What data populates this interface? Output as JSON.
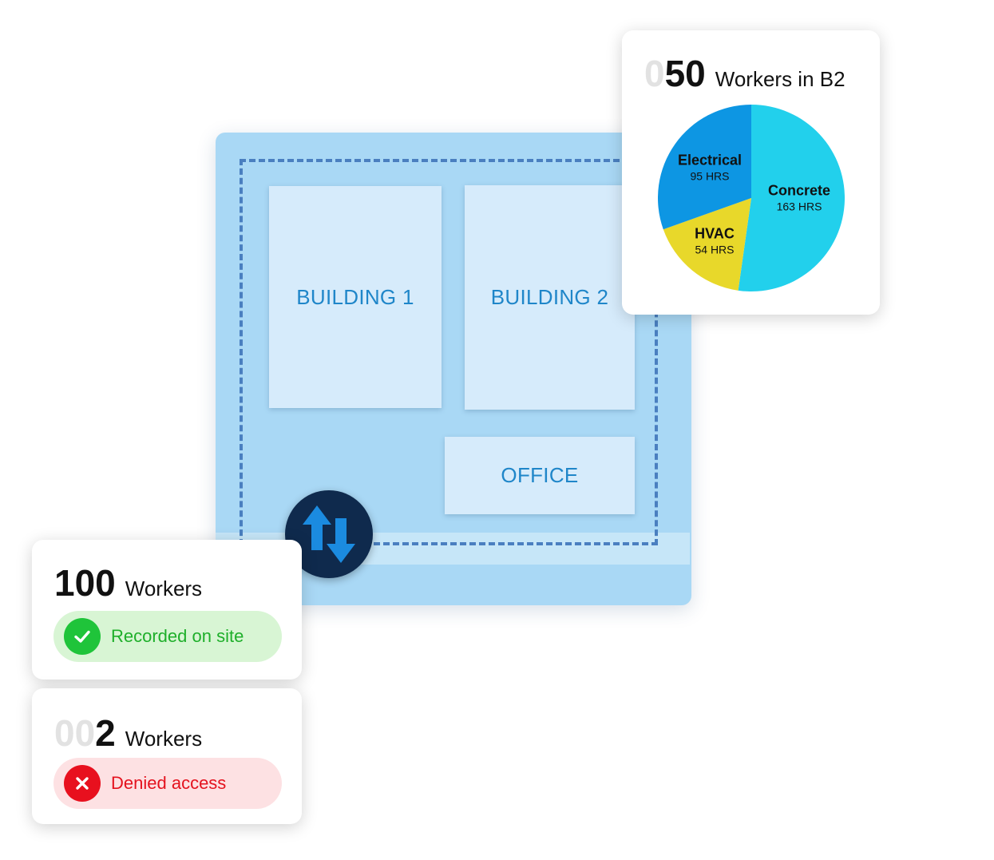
{
  "site_map": {
    "zones": {
      "building_1": "BUILDING 1",
      "building_2": "BUILDING 2",
      "office": "OFFICE"
    },
    "gate_icon": "entry-exit-arrows-icon",
    "colors": {
      "map_background": "#a9d8f5",
      "zone_fill": "#d6ebfb",
      "zone_text": "#1f86c9",
      "perimeter": "#4a7fc0",
      "gate": "#0f2a4d",
      "gate_arrows": "#1b8be0"
    }
  },
  "building_card": {
    "count_pad": "0",
    "count_value": "50",
    "label": "Workers in B2",
    "chart_data": {
      "type": "pie",
      "unit": "HRS",
      "slices": [
        {
          "name": "Concrete",
          "hours_label": "163 HRS",
          "value": 163,
          "color": "#22d0ec"
        },
        {
          "name": "HVAC",
          "hours_label": "54 HRS",
          "value": 54,
          "color": "#e8d82a"
        },
        {
          "name": "Electrical",
          "hours_label": "95 HRS",
          "value": 95,
          "color": "#0d96e3"
        }
      ]
    }
  },
  "onsite_card": {
    "count_pad": "",
    "count_value": "100",
    "label": "Workers",
    "status": "Recorded on site",
    "status_icon": "check-circle-icon",
    "status_color": "#1fc43a"
  },
  "denied_card": {
    "count_pad": "00",
    "count_value": "2",
    "label": "Workers",
    "status": "Denied access",
    "status_icon": "x-circle-icon",
    "status_color": "#e8101e"
  }
}
